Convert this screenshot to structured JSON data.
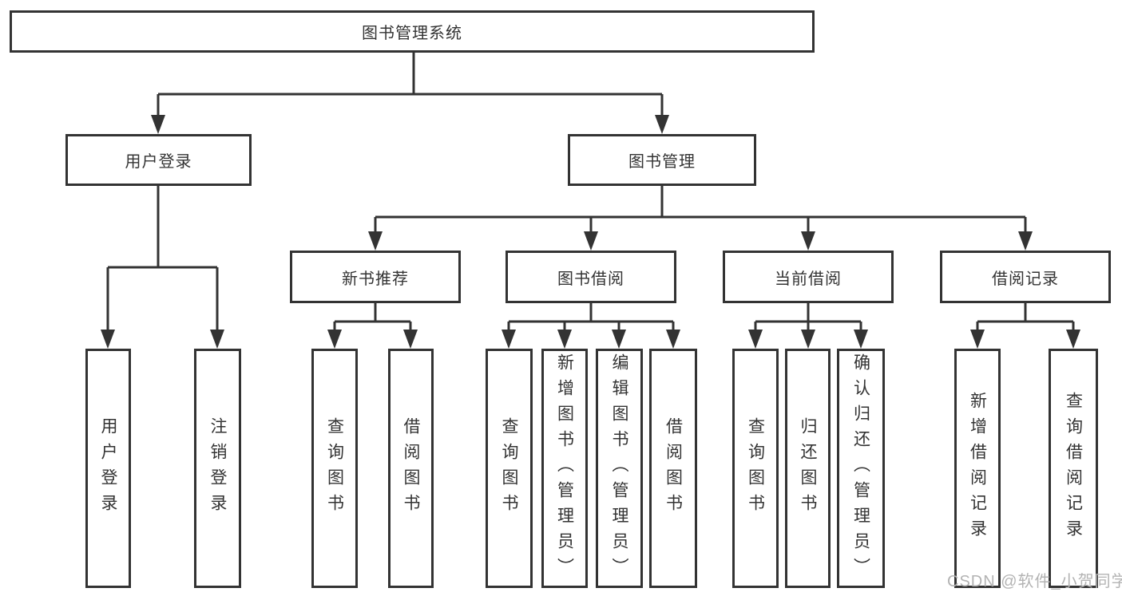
{
  "colors": {
    "line": "#333333",
    "box_border": "#333333",
    "box_fill": "#ffffff",
    "text": "#333333",
    "watermark_text_color": "#b3b3b3",
    "background": "#ffffff"
  },
  "diagram": {
    "root": {
      "label": "图书管理系统"
    },
    "branches": [
      {
        "label": "用户登录",
        "children": [
          {
            "label": "用户登录"
          },
          {
            "label": "注销登录"
          }
        ]
      },
      {
        "label": "图书管理",
        "children": [
          {
            "label": "新书推荐",
            "children": [
              {
                "label": "查询图书"
              },
              {
                "label": "借阅图书"
              }
            ]
          },
          {
            "label": "图书借阅",
            "children": [
              {
                "label": "查询图书"
              },
              {
                "label": "新增图书（管理员）"
              },
              {
                "label": "编辑图书（管理员）"
              },
              {
                "label": "借阅图书"
              }
            ]
          },
          {
            "label": "当前借阅",
            "children": [
              {
                "label": "查询图书"
              },
              {
                "label": "归还图书"
              },
              {
                "label": "确认归还（管理员）"
              }
            ]
          },
          {
            "label": "借阅记录",
            "children": [
              {
                "label": "新增借阅记录"
              },
              {
                "label": "查询借阅记录"
              }
            ]
          }
        ]
      }
    ]
  },
  "watermark": {
    "text": "CSDN @软件_小贺同学"
  }
}
